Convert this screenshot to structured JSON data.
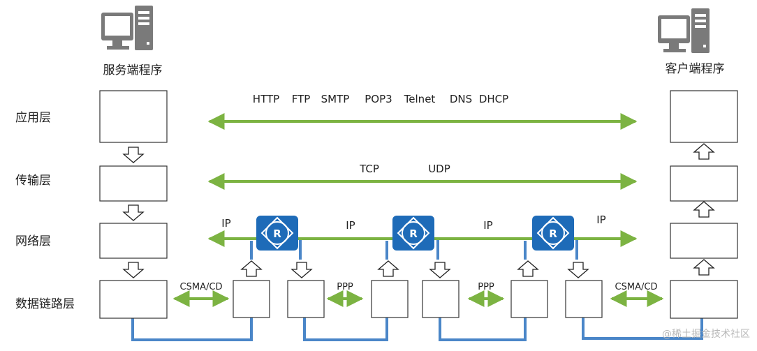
{
  "hosts": {
    "server": "服务端程序",
    "client": "客户端程序"
  },
  "layers": {
    "application": "应用层",
    "transport": "传输层",
    "network": "网络层",
    "datalink": "数据链路层"
  },
  "application_protocols": [
    "HTTP",
    "FTP",
    "SMTP",
    "POP3",
    "Telnet",
    "DNS",
    "DHCP"
  ],
  "transport_protocols": [
    "TCP",
    "UDP"
  ],
  "network_labels": [
    "IP",
    "IP",
    "IP",
    "IP"
  ],
  "link_labels": [
    "CSMA/CD",
    "PPP",
    "PPP",
    "CSMA/CD"
  ],
  "router_symbol": "R",
  "watermark": "@稀土掘金技术社区",
  "colors": {
    "arrow_green": "#7cb342",
    "wire_blue": "#4a86c8",
    "router_blue": "#1e6bb8",
    "box_border": "#333333",
    "icon_gray": "#7a7a7a"
  }
}
